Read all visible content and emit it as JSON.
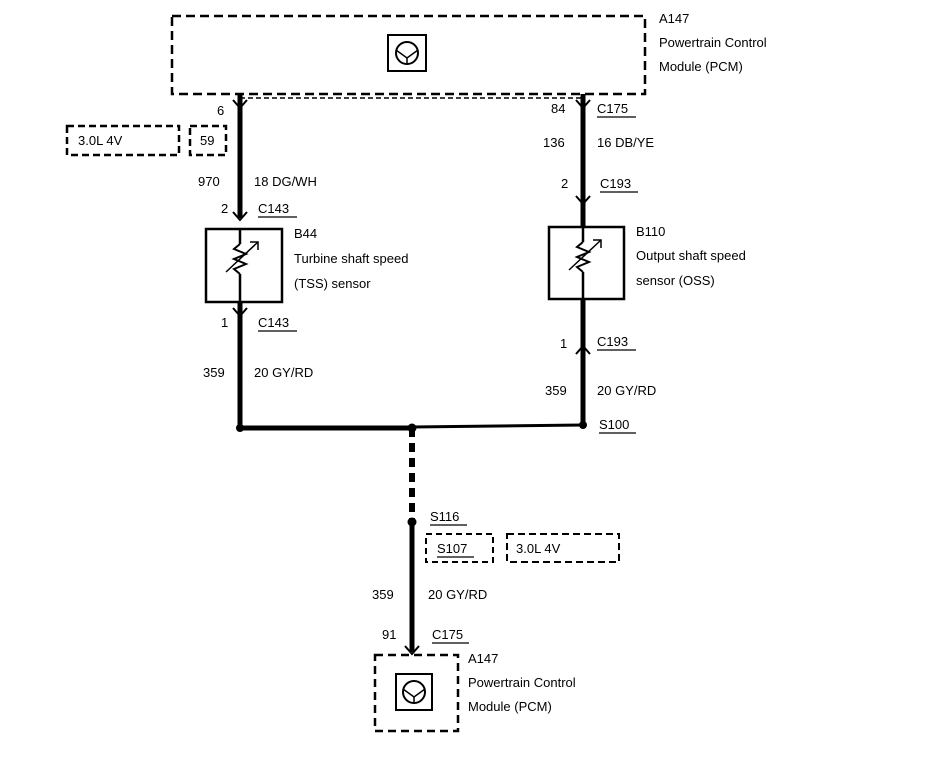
{
  "pcm_top": {
    "id": "A147",
    "line1": "Powertrain Control",
    "line2": "Module (PCM)"
  },
  "pcm_bottom": {
    "id": "A147",
    "line1": "Powertrain Control",
    "line2": "Module (PCM)"
  },
  "left_branch": {
    "pin_pcm": "6",
    "engine_tag": "3.0L 4V",
    "alt_pin": "59",
    "circuit": "970",
    "wire": "18 DG/WH",
    "pin_top": "2",
    "connector_top": "C143",
    "pin_bottom": "1",
    "connector_bottom": "C143",
    "circuit_bottom": "359",
    "wire_bottom": "20 GY/RD"
  },
  "tss_sensor": {
    "id": "B44",
    "line1": "Turbine shaft speed",
    "line2": "(TSS) sensor"
  },
  "right_branch": {
    "pin_pcm": "84",
    "connector_pcm": "C175",
    "circuit": "136",
    "wire": "16 DB/YE",
    "pin_top": "2",
    "connector_top": "C193",
    "pin_bottom": "1",
    "connector_bottom": "C193",
    "circuit_bottom": "359",
    "wire_bottom": "20 GY/RD"
  },
  "oss_sensor": {
    "id": "B110",
    "line1": "Output shaft speed",
    "line2": "sensor (OSS)"
  },
  "splice": {
    "main": "S100",
    "alt": "S116",
    "alt2": "S107",
    "engine_tag": "3.0L 4V"
  },
  "bottom_run": {
    "circuit": "359",
    "wire": "20 GY/RD",
    "pin": "91",
    "connector": "C175"
  }
}
